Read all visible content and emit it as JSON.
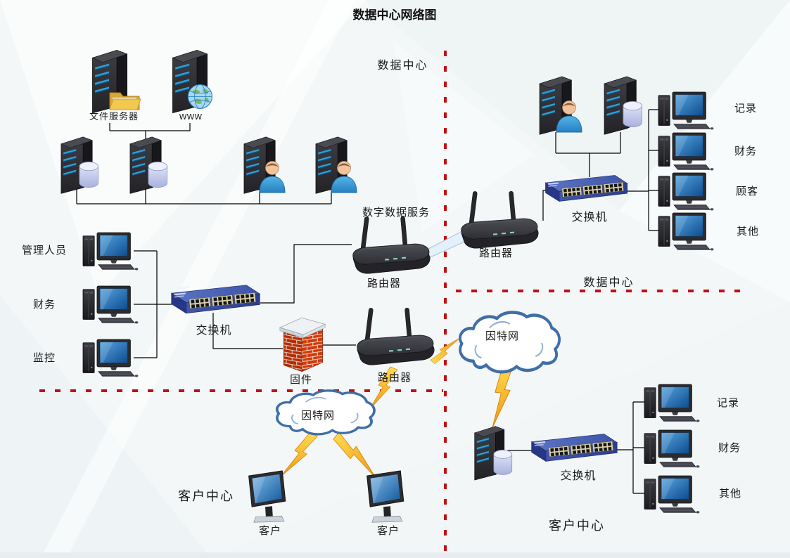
{
  "title": "数据中心网络图",
  "zones": {
    "data_center_top": "数据中心",
    "data_center_right": "数据中心",
    "customer_center_left": "客户中心",
    "customer_center_right": "客户中心"
  },
  "data_center": {
    "file_server": "文件服务器",
    "www_server": "WWW",
    "switch": "交换机",
    "workstations": [
      {
        "label": "管理人员"
      },
      {
        "label": "财务"
      },
      {
        "label": "监控"
      }
    ],
    "dds_caption": "数字数据服务",
    "dds_router": "路由器",
    "firewall": "固件",
    "edge_router": "路由器"
  },
  "branch_top": {
    "router": "路由器",
    "switch": "交换机",
    "terminals": [
      {
        "label": "记录"
      },
      {
        "label": "财务"
      },
      {
        "label": "顾客"
      },
      {
        "label": "其他"
      }
    ]
  },
  "branch_bottom": {
    "internet": "因特网",
    "switch": "交换机",
    "terminals": [
      {
        "label": "记录"
      },
      {
        "label": "财务"
      },
      {
        "label": "其他"
      }
    ]
  },
  "customer_area": {
    "internet": "因特网",
    "clients": [
      {
        "label": "客户"
      },
      {
        "label": "客户"
      }
    ]
  },
  "colors": {
    "divider_red": "#c40d10",
    "wire_black": "#000000",
    "switch_blue": "#3d54a8",
    "screen_blue": "#1565ae",
    "firewall_red": "#d13a0a",
    "lightning_orange": "#f0950f",
    "cloud_stroke_blue": "#3f6ea8",
    "background": "#f3f7f7"
  },
  "icons": {
    "server": "server-tower-icon",
    "database": "database-cylinder-icon",
    "user": "user-icon",
    "folder": "folder-icon",
    "globe": "globe-icon",
    "workstation": "desktop-computer-icon",
    "switch": "network-switch-icon",
    "router": "wireless-router-icon",
    "firewall": "firewall-icon",
    "cloud": "internet-cloud-icon",
    "monitor": "monitor-icon",
    "lightning": "lightning-link-icon",
    "wireless_arrow": "wireless-link-arrow-icon"
  }
}
